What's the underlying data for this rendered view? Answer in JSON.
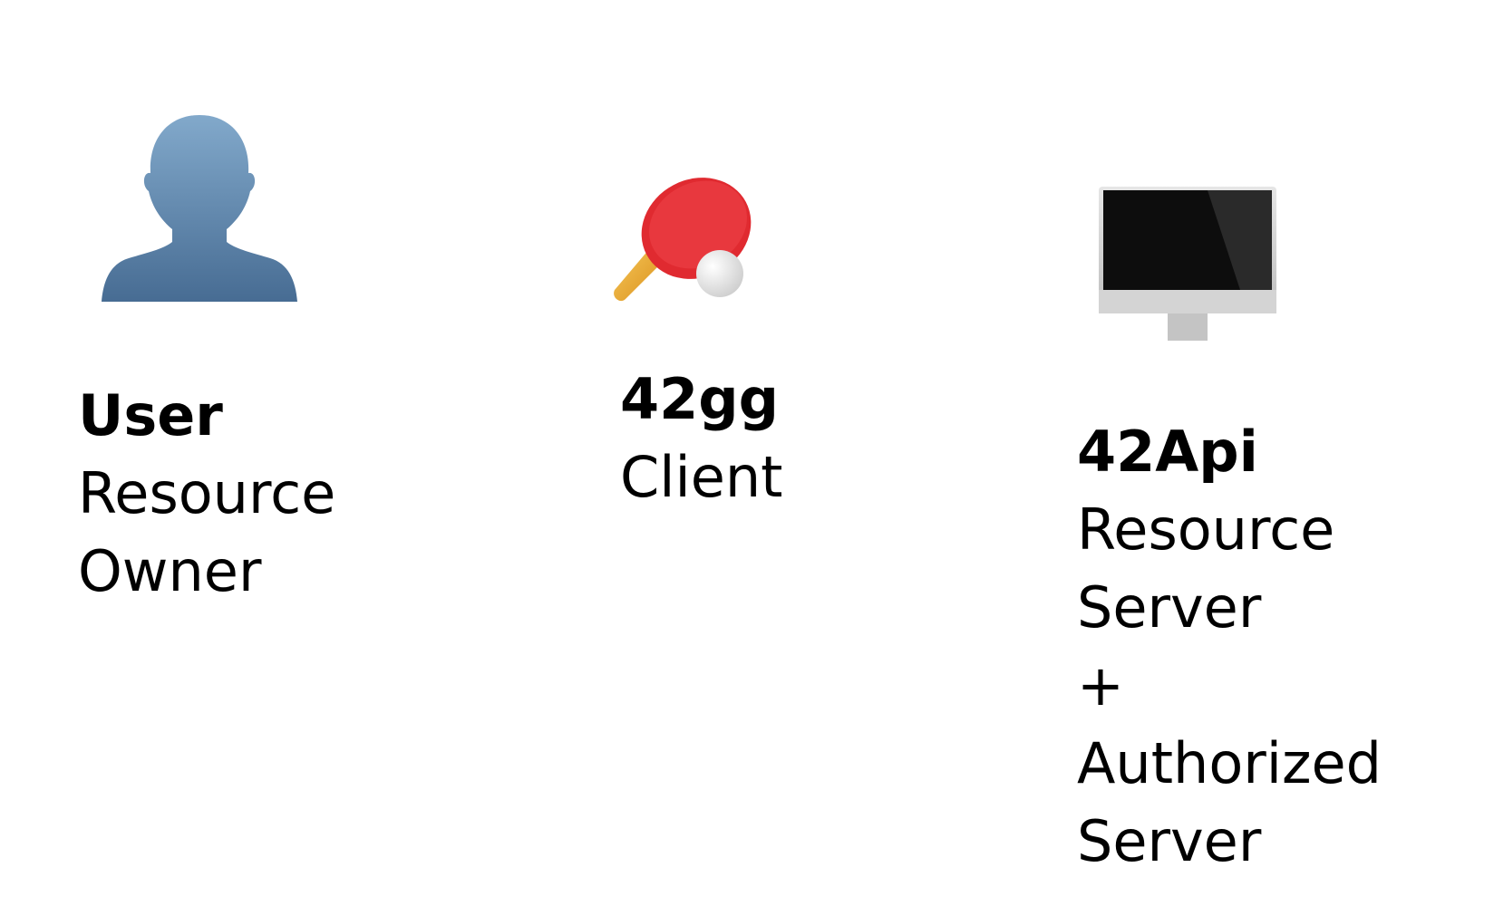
{
  "actors": [
    {
      "icon": "person-silhouette-icon",
      "name": "User",
      "role_lines": [
        "Resource",
        "Owner"
      ]
    },
    {
      "icon": "ping-pong-paddle-icon",
      "name": "42gg",
      "role_lines": [
        "Client"
      ]
    },
    {
      "icon": "desktop-monitor-icon",
      "name": "42Api",
      "role_lines": [
        "Resource",
        "Server",
        "+",
        "Authorized",
        "Server"
      ]
    }
  ],
  "colors": {
    "silhouette_top": "#7fa6c8",
    "silhouette_bottom": "#4a6f96",
    "paddle_red": "#e4262e",
    "paddle_handle": "#f2b13a",
    "ball": "#f2f2f2",
    "monitor_screen": "#111111",
    "monitor_frame": "#c9c9c9"
  }
}
